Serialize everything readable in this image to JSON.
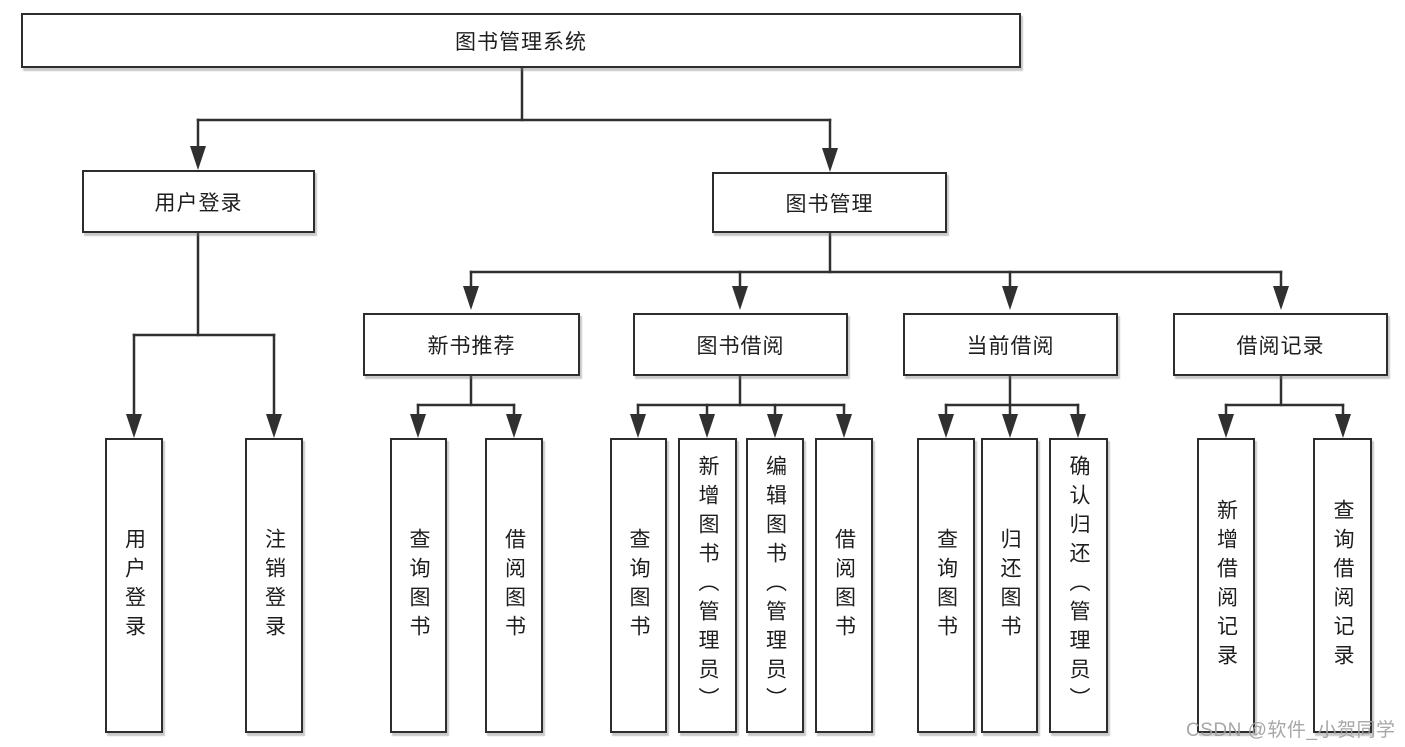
{
  "tree": {
    "label": "图书管理系统",
    "children": [
      {
        "label": "用户登录",
        "children": [
          {
            "label": "用户登录"
          },
          {
            "label": "注销登录"
          }
        ]
      },
      {
        "label": "图书管理",
        "children": [
          {
            "label": "新书推荐",
            "children": [
              {
                "label": "查询图书"
              },
              {
                "label": "借阅图书"
              }
            ]
          },
          {
            "label": "图书借阅",
            "children": [
              {
                "label": "查询图书"
              },
              {
                "label": "新增图书（管理员）"
              },
              {
                "label": "编辑图书（管理员）"
              },
              {
                "label": "借阅图书"
              }
            ]
          },
          {
            "label": "当前借阅",
            "children": [
              {
                "label": "查询图书"
              },
              {
                "label": "归还图书"
              },
              {
                "label": "确认归还（管理员）"
              }
            ]
          },
          {
            "label": "借阅记录",
            "children": [
              {
                "label": "新增借阅记录"
              },
              {
                "label": "查询借阅记录"
              }
            ]
          }
        ]
      }
    ]
  },
  "watermark": {
    "text": "CSDN @软件_小贺同学"
  },
  "colors": {
    "line": "#303030",
    "box_border": "#2d2d2d",
    "text": "#1e1e1e",
    "watermark": "#a0a0a0",
    "background": "#ffffff"
  }
}
